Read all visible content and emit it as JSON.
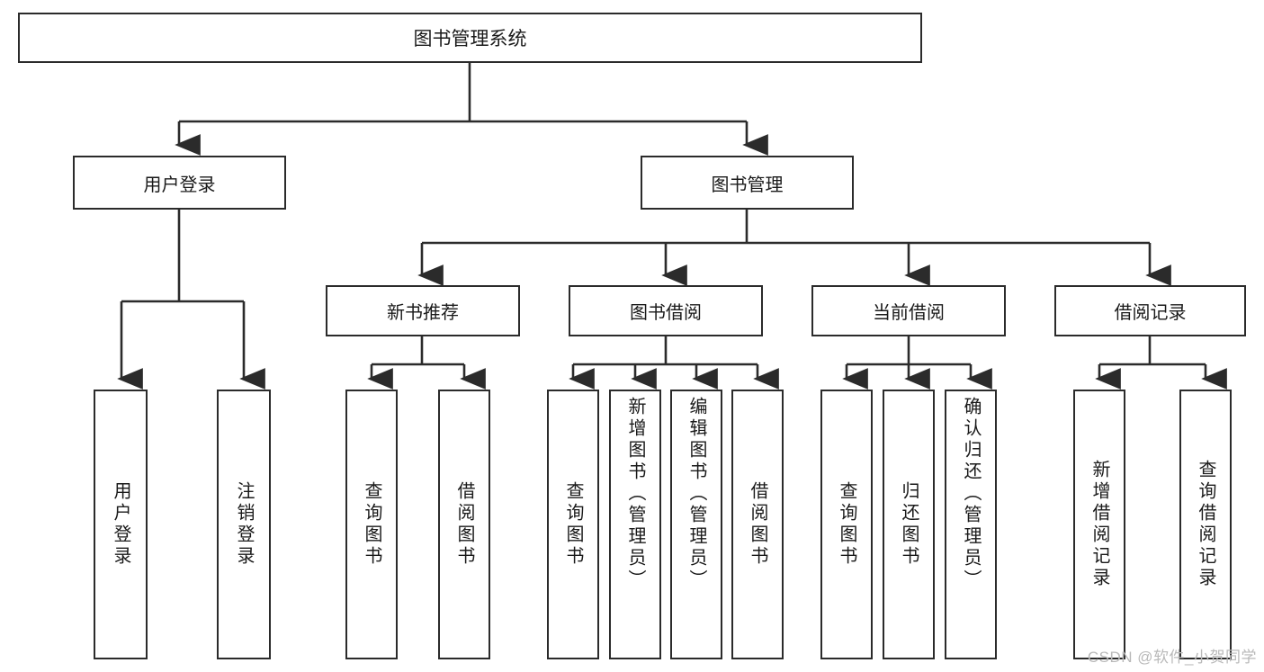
{
  "diagram": {
    "type": "tree",
    "title": "图书管理系统",
    "root": {
      "id": "root",
      "label": "图书管理系统"
    },
    "level1": [
      {
        "id": "user-login",
        "label": "用户登录"
      },
      {
        "id": "book-manage",
        "label": "图书管理"
      }
    ],
    "level2": [
      {
        "id": "new-book-recommend",
        "label": "新书推荐",
        "parent": "book-manage"
      },
      {
        "id": "book-borrow",
        "label": "图书借阅",
        "parent": "book-manage"
      },
      {
        "id": "current-borrow",
        "label": "当前借阅",
        "parent": "book-manage"
      },
      {
        "id": "borrow-record",
        "label": "借阅记录",
        "parent": "book-manage"
      }
    ],
    "leaves": [
      {
        "id": "leaf-user-login",
        "label": "用户登录",
        "parent": "user-login",
        "align": "centered"
      },
      {
        "id": "leaf-logout-login",
        "label": "注销登录",
        "parent": "user-login",
        "align": "centered"
      },
      {
        "id": "leaf-query-book-1",
        "label": "查询图书",
        "parent": "new-book-recommend",
        "align": "centered"
      },
      {
        "id": "leaf-borrow-book-1",
        "label": "借阅图书",
        "parent": "new-book-recommend",
        "align": "centered"
      },
      {
        "id": "leaf-query-book-2",
        "label": "查询图书",
        "parent": "book-borrow",
        "align": "centered"
      },
      {
        "id": "leaf-add-book",
        "label": "新增图书（管理员）",
        "parent": "book-borrow",
        "align": "top"
      },
      {
        "id": "leaf-edit-book",
        "label": "编辑图书（管理员）",
        "parent": "book-borrow",
        "align": "top"
      },
      {
        "id": "leaf-borrow-book-2",
        "label": "借阅图书",
        "parent": "book-borrow",
        "align": "centered"
      },
      {
        "id": "leaf-query-book-3",
        "label": "查询图书",
        "parent": "current-borrow",
        "align": "centered"
      },
      {
        "id": "leaf-return-book",
        "label": "归还图书",
        "parent": "current-borrow",
        "align": "centered"
      },
      {
        "id": "leaf-confirm-return",
        "label": "确认归还（管理员）",
        "parent": "current-borrow",
        "align": "top"
      },
      {
        "id": "leaf-add-record",
        "label": "新增借阅记录",
        "parent": "borrow-record",
        "align": "centered"
      },
      {
        "id": "leaf-query-record",
        "label": "查询借阅记录",
        "parent": "borrow-record",
        "align": "centered"
      }
    ],
    "colors": {
      "border": "#2b2b2b",
      "background": "#ffffff",
      "text": "#1a1a1a",
      "connector": "#2b2b2b",
      "watermark": "#b9b9b9"
    }
  },
  "watermark": {
    "text": "CSDN @软件_小贺同学"
  }
}
